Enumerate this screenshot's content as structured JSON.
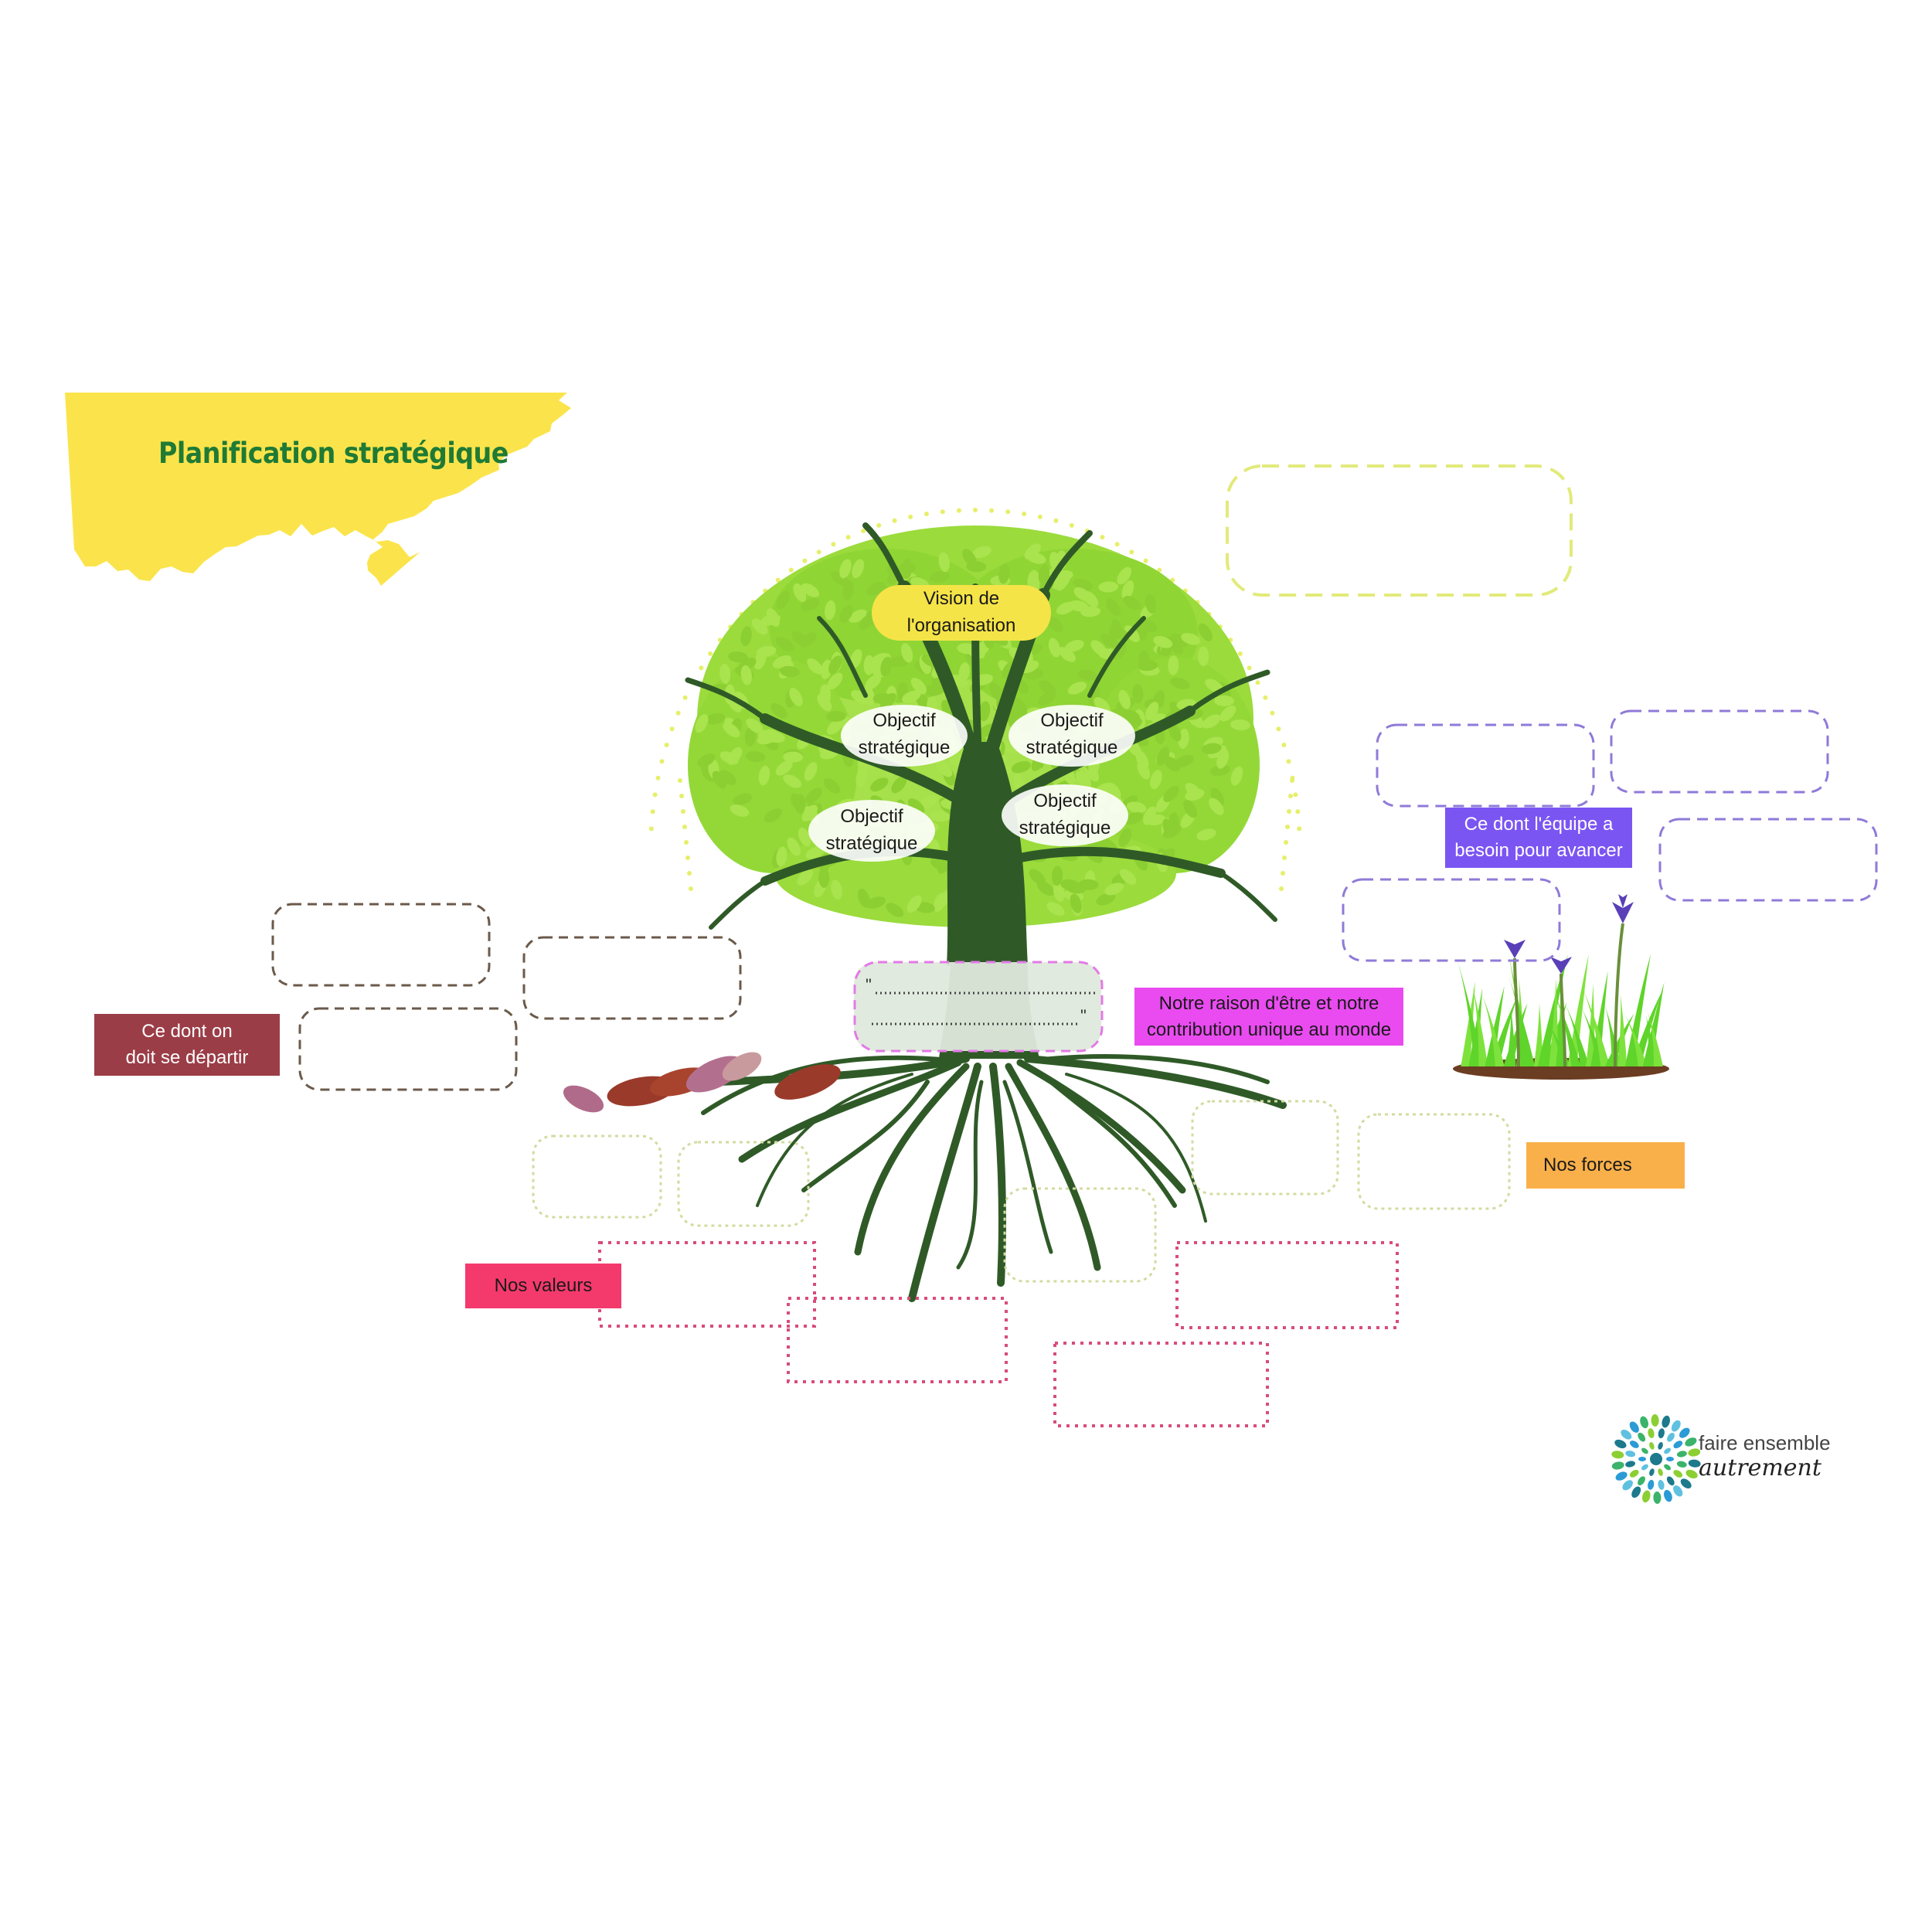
{
  "header": {
    "title": "Planification stratégique"
  },
  "tree": {
    "vision": "Vision de\nl'organisation",
    "objectives": [
      "Objectif\nstratégique",
      "Objectif\nstratégique",
      "Objectif\nstratégique",
      "Objectif\nstratégique"
    ],
    "mission_open": "\"",
    "mission_close": "\""
  },
  "labels": {
    "let_go": "Ce dont on\ndoit se départir",
    "purpose": "Notre raison d'être et notre\ncontribution unique au monde",
    "needs": "Ce dont l'équipe a\nbesoin pour avancer",
    "strengths": "Nos forces",
    "values": "Nos valeurs"
  },
  "logo": {
    "line1": "faire ensemble",
    "line2": "autrement"
  },
  "colors": {
    "title_yellow": "#fbe44b",
    "title_green": "#1f7a35",
    "leaf_green": "#9bdb3c",
    "trunk_green": "#2f5a27",
    "let_go_red": "#9b3d47",
    "purpose_magenta": "#e94bf0",
    "needs_violet": "#7b55f2",
    "strengths_orange": "#f9b04a",
    "values_pink": "#f43a6c"
  }
}
